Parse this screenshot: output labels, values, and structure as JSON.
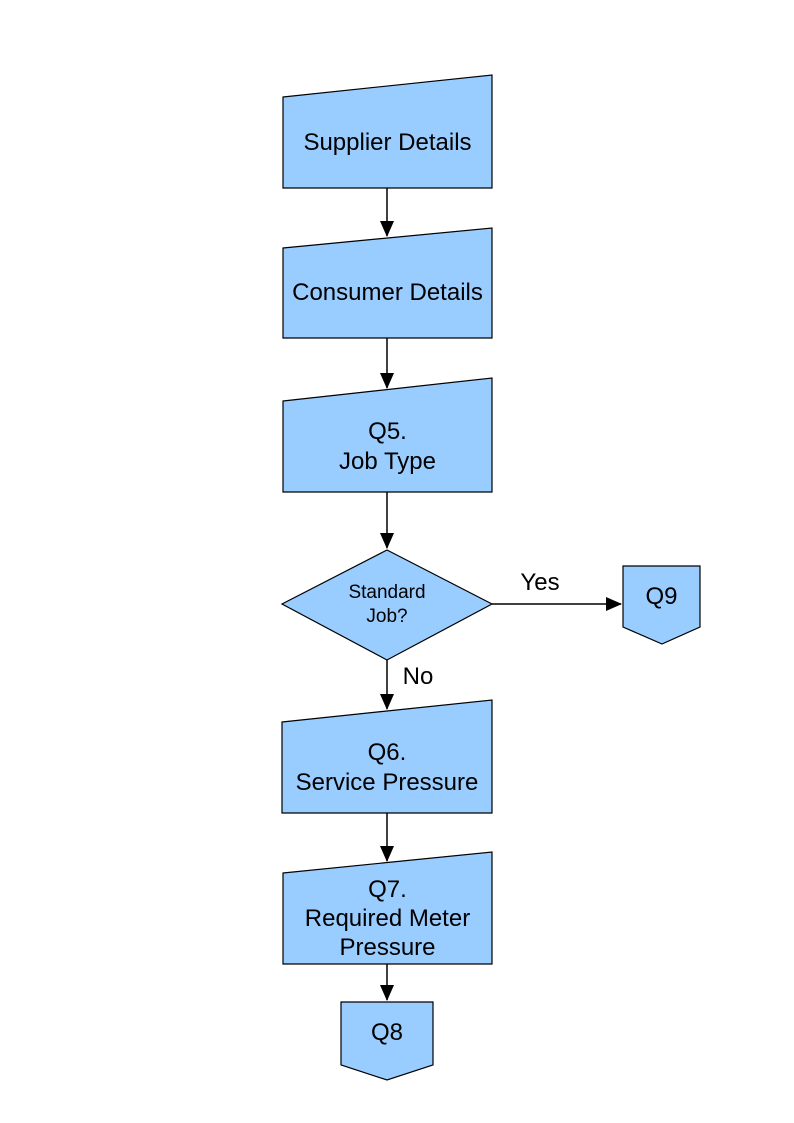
{
  "diagram": {
    "type": "flowchart",
    "shape_fill": "#99CCFF",
    "shape_border": "#000000",
    "line_color": "#000000",
    "text_color": "#000000",
    "nodes": [
      {
        "id": "supplier-details",
        "shape": "manual-input",
        "label": "Supplier Details"
      },
      {
        "id": "consumer-details",
        "shape": "manual-input",
        "label": "Consumer Details"
      },
      {
        "id": "q5-job-type",
        "shape": "manual-input",
        "label": "Q5.\nJob Type"
      },
      {
        "id": "standard-job-decision",
        "shape": "decision",
        "label": "Standard\nJob?"
      },
      {
        "id": "q9-connector",
        "shape": "off-page-connector",
        "label": "Q9"
      },
      {
        "id": "q6-service-pressure",
        "shape": "manual-input",
        "label": "Q6.\nService Pressure"
      },
      {
        "id": "q7-required-meter-pressure",
        "shape": "manual-input",
        "label": "Q7.\nRequired Meter\nPressure"
      },
      {
        "id": "q8-connector",
        "shape": "off-page-connector",
        "label": "Q8"
      }
    ],
    "edges": [
      {
        "from": "supplier-details",
        "to": "consumer-details",
        "label": ""
      },
      {
        "from": "consumer-details",
        "to": "q5-job-type",
        "label": ""
      },
      {
        "from": "q5-job-type",
        "to": "standard-job-decision",
        "label": ""
      },
      {
        "from": "standard-job-decision",
        "to": "q9-connector",
        "label": "Yes"
      },
      {
        "from": "standard-job-decision",
        "to": "q6-service-pressure",
        "label": "No"
      },
      {
        "from": "q6-service-pressure",
        "to": "q7-required-meter-pressure",
        "label": ""
      },
      {
        "from": "q7-required-meter-pressure",
        "to": "q8-connector",
        "label": ""
      }
    ]
  }
}
